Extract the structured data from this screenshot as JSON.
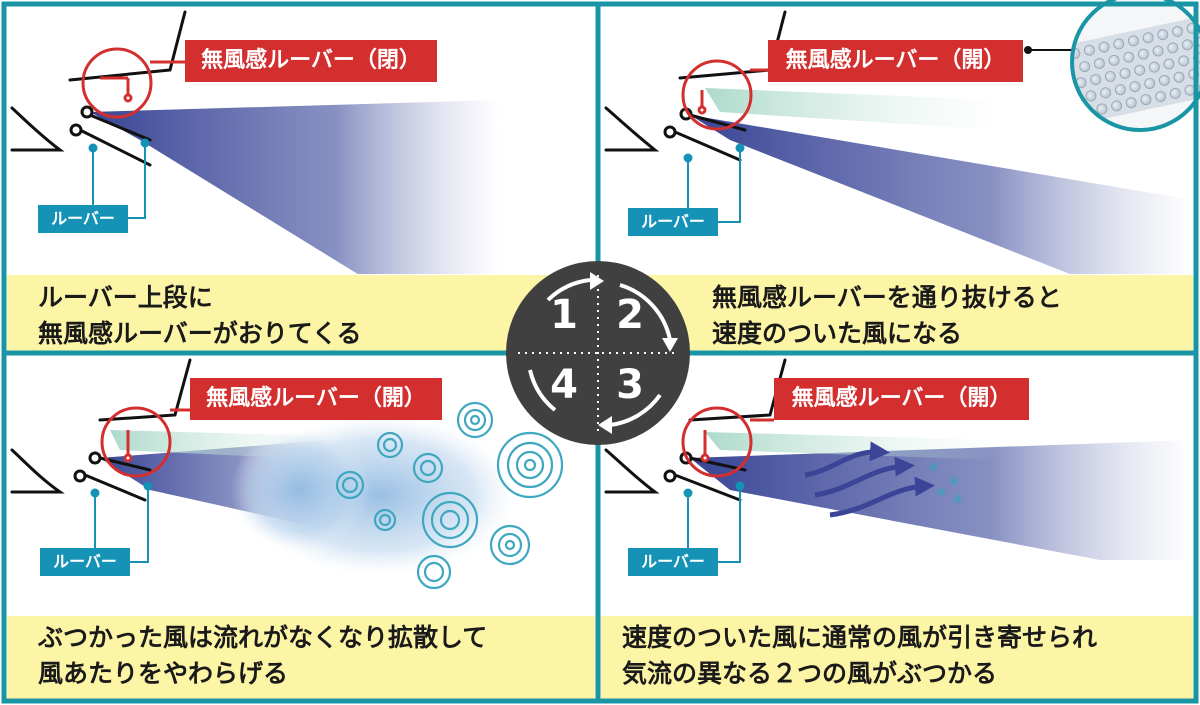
{
  "panels": [
    {
      "tag": "無風感ルーバー（閉）",
      "louver_label": "ルーバー",
      "caption_lines": [
        "ルーバー上段に",
        "無風感ルーバーがおりてくる"
      ]
    },
    {
      "tag": "無風感ルーバー（開）",
      "louver_label": "ルーバー",
      "caption_lines": [
        "無風感ルーバーを通り抜けると",
        "速度のついた風になる"
      ]
    },
    {
      "tag": "無風感ルーバー（開）",
      "louver_label": "ルーバー",
      "caption_lines": [
        "ぶつかった風は流れがなくなり拡散して",
        "風あたりをやわらげる"
      ]
    },
    {
      "tag": "無風感ルーバー（開）",
      "louver_label": "ルーバー",
      "caption_lines": [
        "速度のついた風に通常の風が引き寄せられ",
        "気流の異なる２つの風がぶつかる"
      ]
    }
  ],
  "steps": [
    "1",
    "2",
    "3",
    "4"
  ],
  "colors": {
    "border": "#1a95a5",
    "caption_bg": "#fdf5a6",
    "tag_red": "#d32f2f",
    "louver_blue": "#1592b5",
    "airflow_navy": "#3a4598",
    "airflow_green": "#bfe3d6",
    "dial": "#404040"
  }
}
